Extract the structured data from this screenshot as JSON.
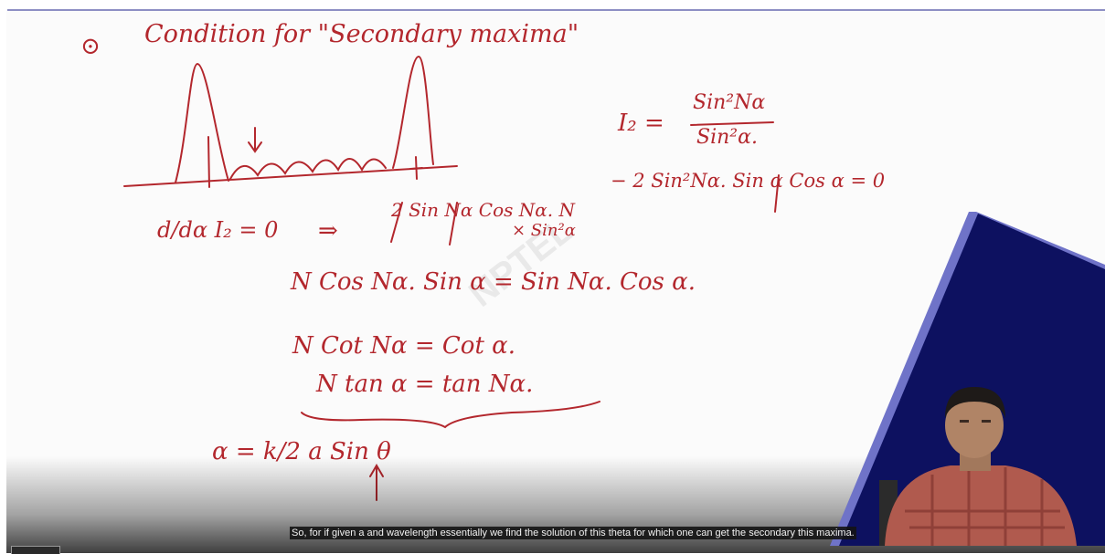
{
  "board": {
    "bullet": "⊙",
    "heading": "Condition for \"Secondary maxima\"",
    "watermark": "NPTEL",
    "eq_intensity_lhs": "I₂ =",
    "eq_intensity_num": "Sin²Nα",
    "eq_intensity_den": "Sin²α.",
    "eq_derivative_lhs": "d/dα I₂ = 0",
    "eq_implies": "⇒",
    "eq_derivative_rhs_1": "2 Sin Nα Cos Nα. N",
    "eq_derivative_rhs_2": "× Sin²α",
    "eq_derivative_rhs_3": "− 2 Sin²Nα. Sin α Cos α  = 0",
    "eq_line_1": "N Cos Nα. Sin α = Sin Nα. Cos α.",
    "eq_line_2": "N Cot Nα = Cot α.",
    "eq_line_3": "N tan α = tan Nα.",
    "eq_alpha": "α = k/2 a Sin θ"
  },
  "video": {
    "caption": "So, for if given a and wavelength essentially we find the solution of this theta for which one can get the secondary this maxima."
  },
  "colors": {
    "ink": "#b3272d",
    "panel_navy": "#0d1160",
    "panel_edge": "#6f73c8",
    "top_line": "#8d8fc4"
  }
}
